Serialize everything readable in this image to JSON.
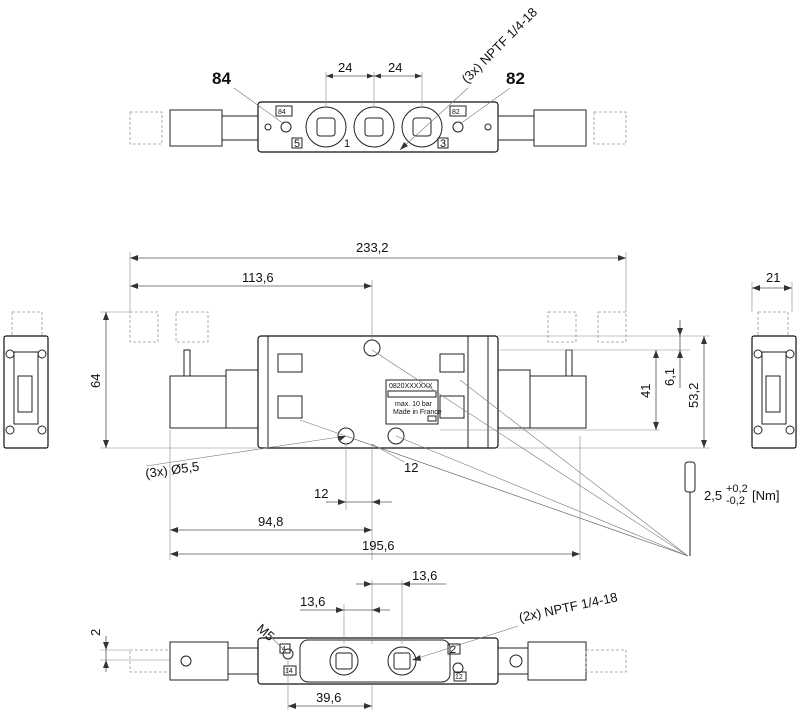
{
  "ports": {
    "p84": "84",
    "p82": "82",
    "p84_small": "84",
    "p82_small": "82",
    "p5": "5",
    "p1": "1",
    "p3": "3",
    "p4": "4",
    "p2": "2",
    "p14": "14",
    "p12": "12"
  },
  "dimensions": {
    "top_24_left": "24",
    "top_24_right": "24",
    "overall_length": "233,2",
    "half_length": "113,6",
    "width_21": "21",
    "height_64": "64",
    "height_41": "41",
    "height_6_1": "6,1",
    "height_53_2": "53,2",
    "dim_12_a": "12",
    "dim_12_b": "12",
    "dim_94_8": "94,8",
    "dim_195_6": "195,6",
    "dim_13_6_a": "13,6",
    "dim_13_6_b": "13,6",
    "dim_2": "2",
    "dim_39_6": "39,6"
  },
  "callouts": {
    "nptf_3x": "(3x) NPTF 1/4-18",
    "nptf_2x": "(2x) NPTF 1/4-18",
    "hole_3x": "(3x) Ø5,5",
    "thread_m5": "M5",
    "torque_base": "2,5",
    "torque_plus": "+0,2",
    "torque_minus": "-0,2",
    "torque_unit": "[Nm]"
  },
  "label_plate": {
    "part_code": "0820XXXXXX",
    "max_pressure": "max. 10 bar",
    "origin": "Made in France"
  }
}
